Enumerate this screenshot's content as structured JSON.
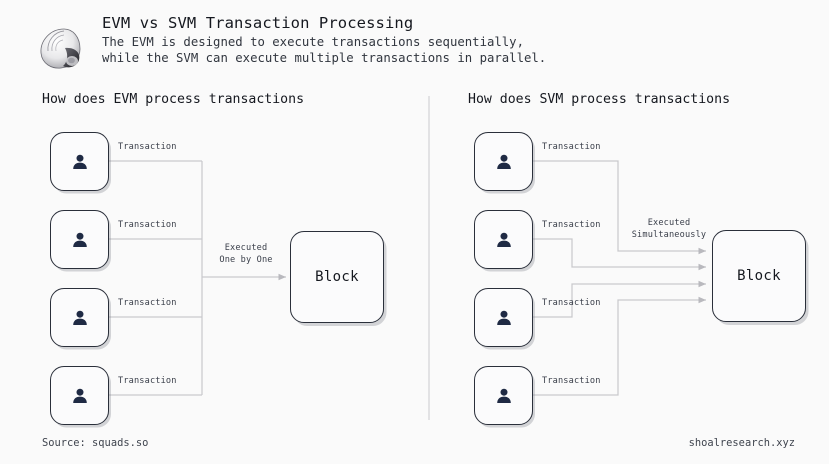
{
  "header": {
    "logo_icon": "snail-shell-logo",
    "title": "EVM vs SVM Transaction Processing",
    "subtitle_line1": "The EVM is designed to execute transactions sequentially,",
    "subtitle_line2": "while the SVM can execute multiple transactions in parallel."
  },
  "panels": {
    "evm": {
      "heading": "How does EVM process transactions",
      "nodes": [
        {
          "icon": "person-icon",
          "edge_label": "Transaction"
        },
        {
          "icon": "person-icon",
          "edge_label": "Transaction"
        },
        {
          "icon": "person-icon",
          "edge_label": "Transaction"
        },
        {
          "icon": "person-icon",
          "edge_label": "Transaction"
        }
      ],
      "flow_label_line1": "Executed",
      "flow_label_line2": "One by One",
      "block_label": "Block"
    },
    "svm": {
      "heading": "How does SVM process transactions",
      "nodes": [
        {
          "icon": "person-icon",
          "edge_label": "Transaction"
        },
        {
          "icon": "person-icon",
          "edge_label": "Transaction"
        },
        {
          "icon": "person-icon",
          "edge_label": "Transaction"
        },
        {
          "icon": "person-icon",
          "edge_label": "Transaction"
        }
      ],
      "flow_label_line1": "Executed",
      "flow_label_line2": "Simultaneously",
      "block_label": "Block"
    }
  },
  "footer": {
    "source": "Source: squads.so",
    "site": "shoalresearch.xyz"
  },
  "colors": {
    "background": "#fafafa",
    "node_border": "#2a2f3a",
    "node_fill": "#fbfbfc",
    "wire": "#c9c9cd",
    "person": "#1f2a44",
    "divider": "#e2e2e4",
    "text": "#15181f"
  }
}
